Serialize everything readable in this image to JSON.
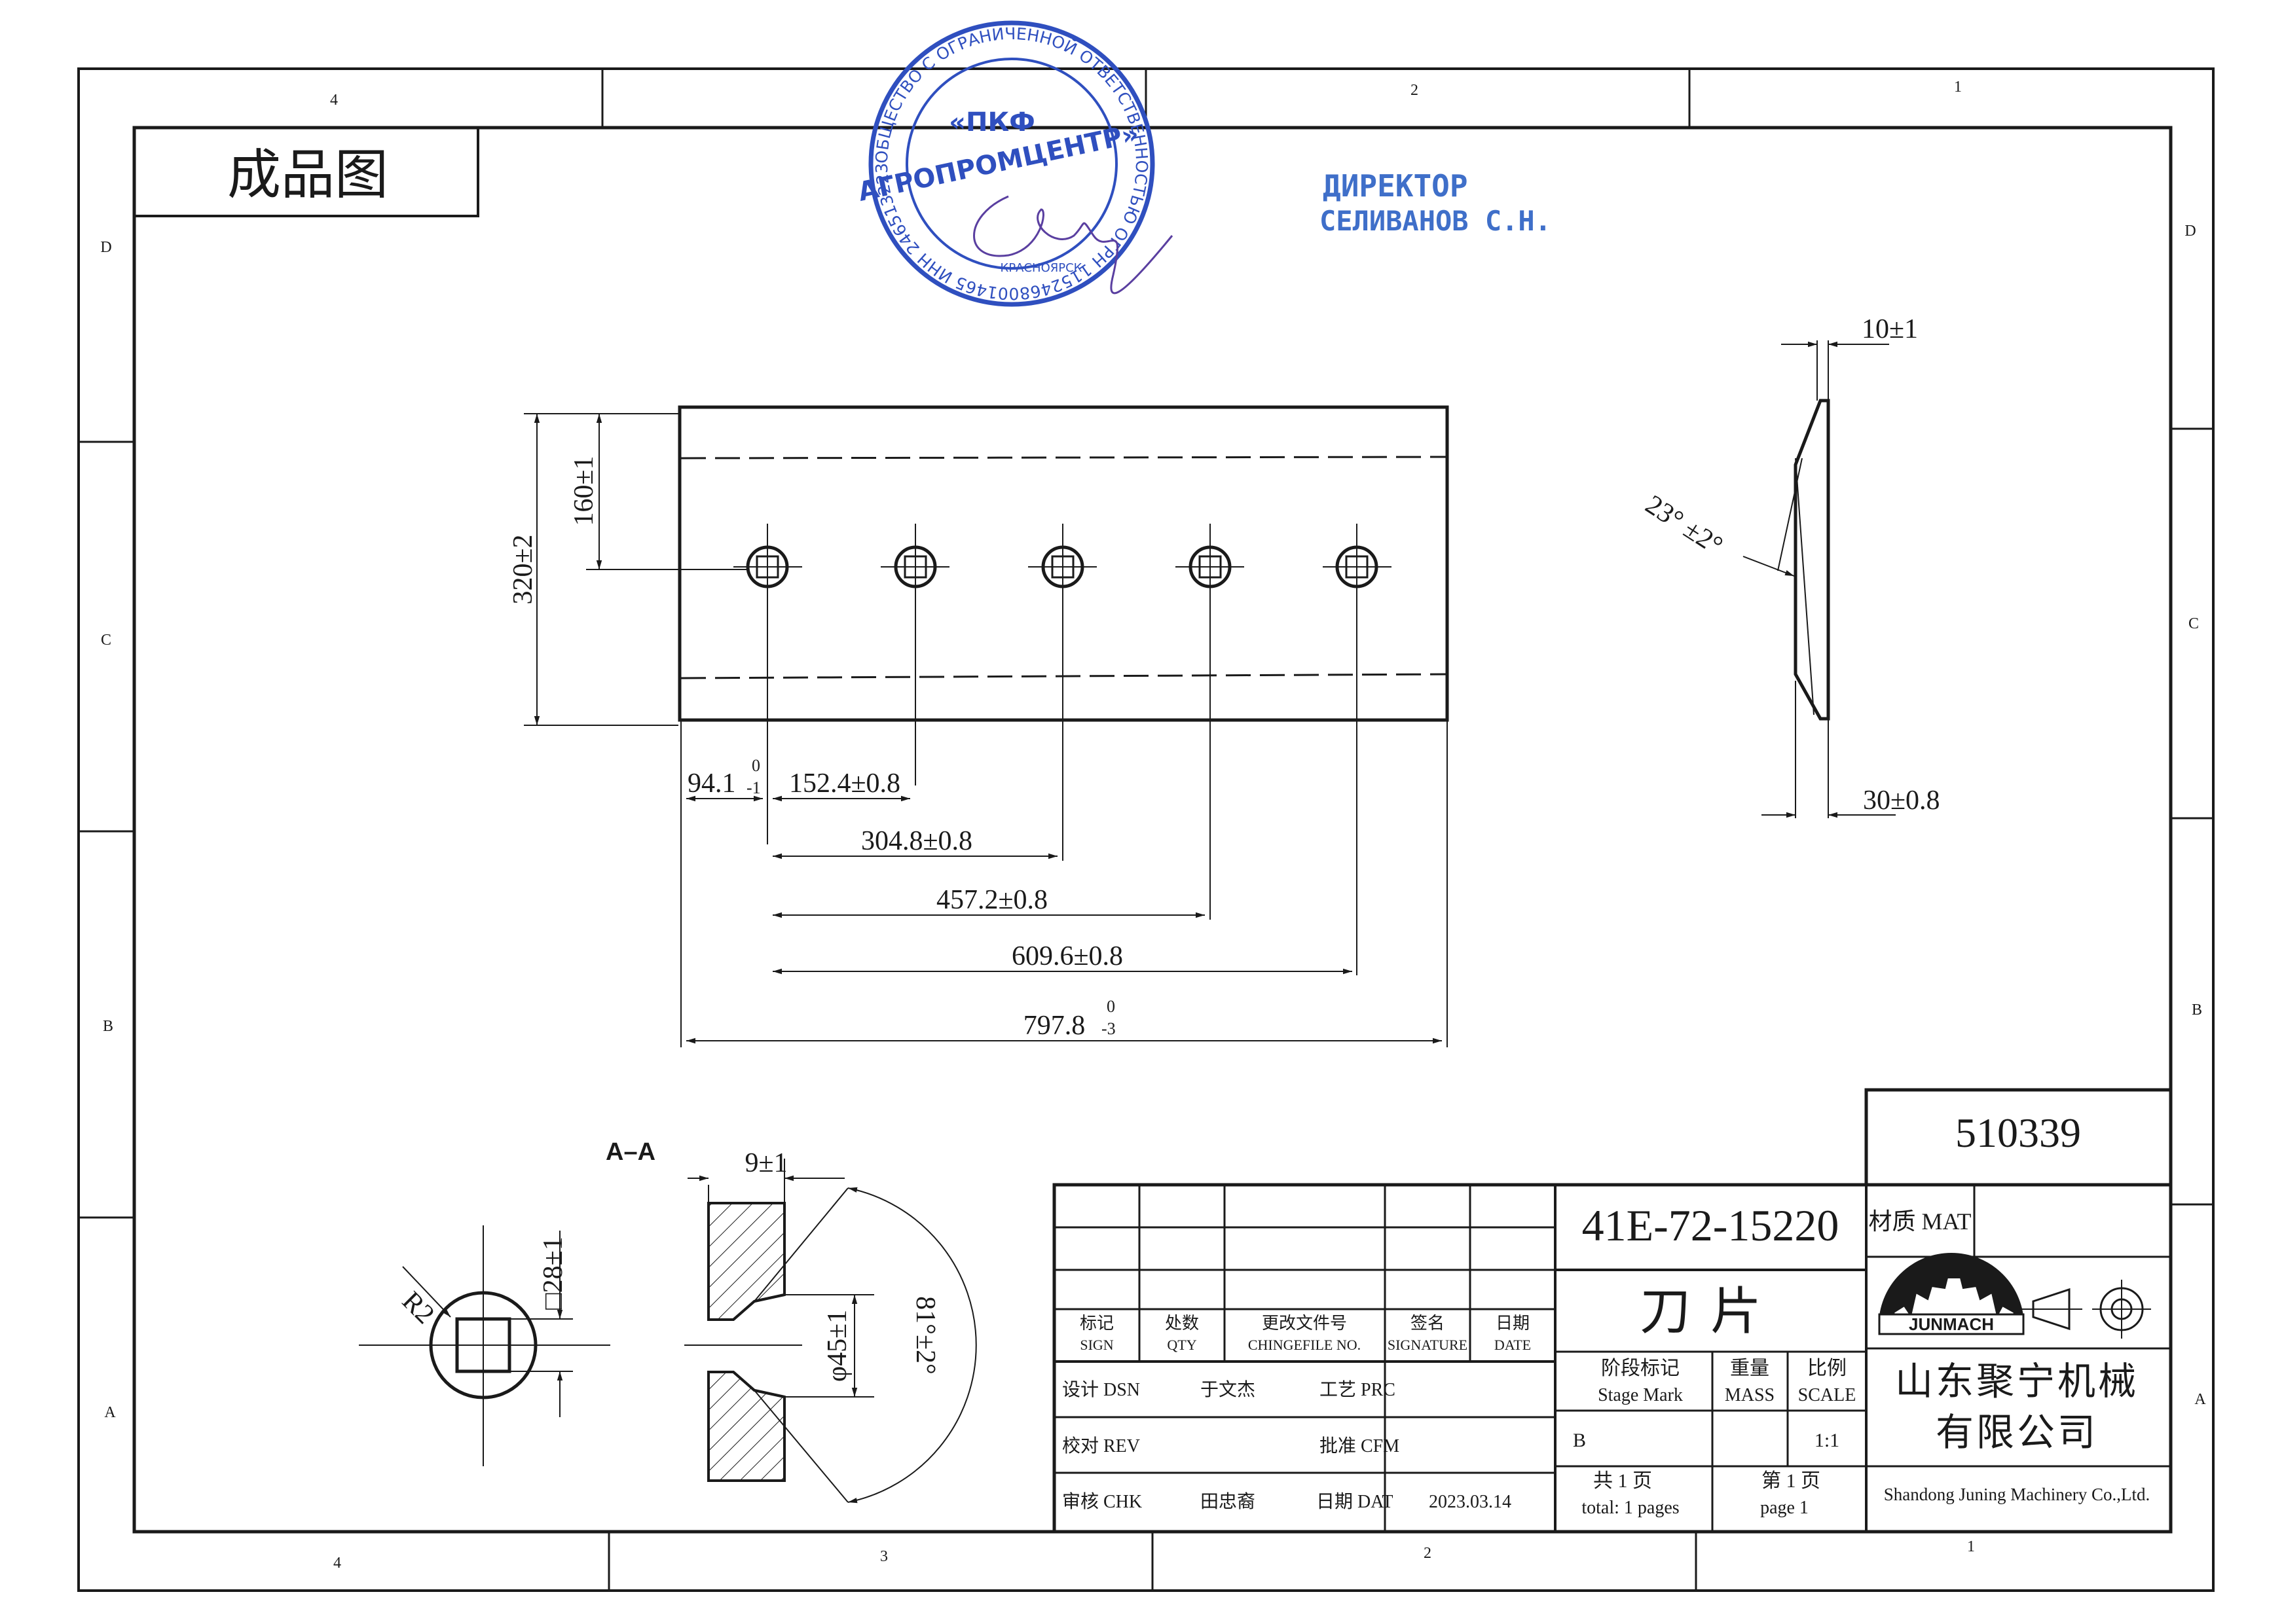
{
  "sheet_title": "成品图",
  "zone_numbers": [
    "4",
    "3",
    "2",
    "1"
  ],
  "zone_letters": [
    "D",
    "C",
    "B",
    "A"
  ],
  "stamp": {
    "ring_text": "ОБЩЕСТВО С ОГРАНИЧЕННОЙ ОТВЕТСТВЕННОСТЬЮ ОГРН 1152468001465 ИНН 2465132235",
    "line1": "«ПКФ",
    "line2": "АГРОПРОМЦЕНТР»",
    "city": "КРАСНОЯРСК"
  },
  "director": {
    "title": "ДИРЕКТОР",
    "name": "СЕЛИВАНОВ С.Н."
  },
  "dimensions": {
    "height_total": "320±2",
    "height_center": "160±1",
    "edge_offset": "94.1",
    "edge_offset_tol_upper": "0",
    "edge_offset_tol_lower": "-1",
    "pitch_1": "152.4±0.8",
    "pitch_2": "304.8±0.8",
    "pitch_3": "457.2±0.8",
    "pitch_4": "609.6±0.8",
    "length": "797.8",
    "length_tol_upper": "0",
    "length_tol_lower": "-3",
    "thickness_top": "10±1",
    "bevel_angle": "23° ±2°",
    "thickness": "30±0.8",
    "radius": "R2",
    "square": "□28±1",
    "section_label": "A–A",
    "counterbore_depth": "9±1",
    "counterbore_dia": "φ45±1",
    "countersink_angle": "81°±2°"
  },
  "title_block": {
    "part_code": "510339",
    "drawing_number": "41E-72-15220",
    "material_label": "材质 MAT",
    "part_name": "刀片",
    "col_headers": [
      {
        "cn": "标记",
        "en": "SIGN"
      },
      {
        "cn": "处数",
        "en": "QTY"
      },
      {
        "cn": "更改文件号",
        "en": "CHINGEFILE NO."
      },
      {
        "cn": "签名",
        "en": "SIGNATURE"
      },
      {
        "cn": "日期",
        "en": "DATE"
      }
    ],
    "design_label": "设计 DSN",
    "designer": "于文杰",
    "process_label": "工艺 PRC",
    "review_label": "校对 REV",
    "approve_label": "批准 CFM",
    "check_label": "审核 CHK",
    "checker": "田忠裔",
    "date_label": "日期 DAT",
    "date": "2023.03.14",
    "stage_label_cn": "阶段标记",
    "stage_label_en": "Stage Mark",
    "mass_label_cn": "重量",
    "mass_label_en": "MASS",
    "scale_label_cn": "比例",
    "scale_label_en": "SCALE",
    "stage_value": "B",
    "scale_value": "1:1",
    "total_pages_cn": "共 1 页",
    "total_pages_en": "total: 1 pages",
    "page_cn": "第 1 页",
    "page_en": "page 1",
    "logo_text": "JUNMACH",
    "company_cn_line1": "山东聚宁机械",
    "company_cn_line2": "有限公司",
    "company_en": "Shandong Juning Machinery Co.,Ltd."
  }
}
